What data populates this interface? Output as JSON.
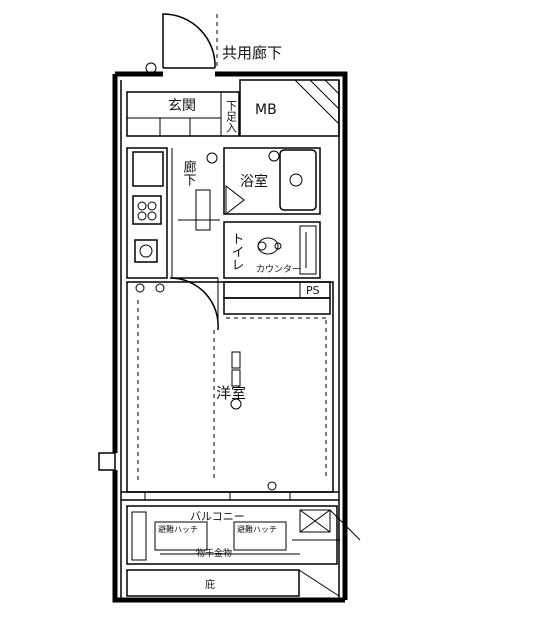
{
  "labels": {
    "corridor": "共用廊下",
    "entrance": "玄関",
    "shoe_closet": "下足入",
    "mb": "MB",
    "hallway": "廊下",
    "bathroom": "浴室",
    "toilet": "トイレ",
    "counter": "カウンター",
    "ps": "PS",
    "room": "洋室",
    "balcony": "バルコニー",
    "evac_hatch_left": "避難ハッチ",
    "evac_hatch_right": "避難ハッチ",
    "drying_rack": "物干金物",
    "eaves": "庇"
  }
}
